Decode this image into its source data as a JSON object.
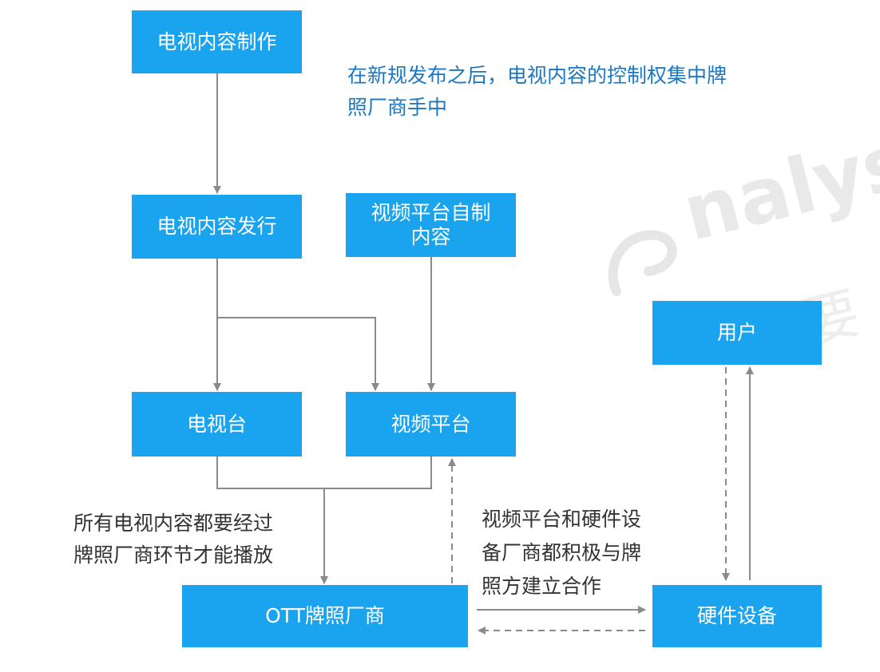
{
  "colors": {
    "box_fill": "#1aa3ee",
    "box_text": "#ffffff",
    "connector": "#8a8a8a",
    "accent_text": "#1a78c2",
    "note_text": "#333333",
    "watermark": "#e9e9e9"
  },
  "nodes": {
    "tv_content_production": "电视内容制作",
    "tv_content_distribution": "电视内容发行",
    "video_platform_original_line1": "视频平台自制",
    "video_platform_original_line2": "内容",
    "tv_station": "电视台",
    "video_platform": "视频平台",
    "ott_licensee": "OTT牌照厂商",
    "user": "用户",
    "hardware_device": "硬件设备"
  },
  "notes": {
    "policy_line1": "在新规发布之后，电视内容的控制权集中牌",
    "policy_line2": "照厂商手中",
    "license_line1": "所有电视内容都要经过",
    "license_line2": "牌照厂商环节才能播放",
    "cooperation_line1": "视频平台和硬件设",
    "cooperation_line2": "备厂商都积极与牌",
    "cooperation_line3": "照方建立合作"
  },
  "watermark": {
    "latin": "nalys",
    "chinese": "你要"
  }
}
